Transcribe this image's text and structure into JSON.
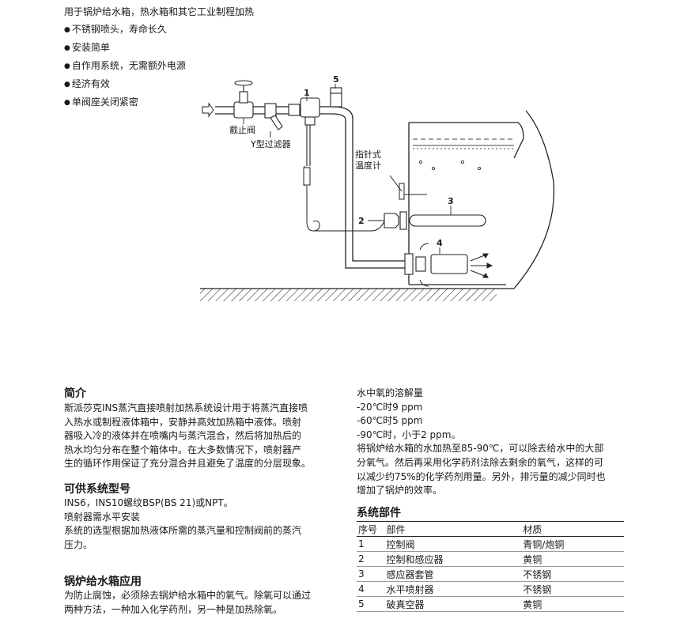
{
  "intro": {
    "line": "用于锅炉给水箱，热水箱和其它工业制程加热",
    "bullets": [
      "不锈钢喷头，寿命长久",
      "安装简单",
      "自作用系统，无需额外电源",
      "经济有效",
      "单阀座关闭紧密"
    ]
  },
  "diagram": {
    "label_valve": "截止阀",
    "label_strainer": "Y型过滤器",
    "label_thermometer_l1": "指针式",
    "label_thermometer_l2": "温度计",
    "n1": "1",
    "n2": "2",
    "n3": "3",
    "n4": "4",
    "n5": "5"
  },
  "overview": {
    "heading": "简介",
    "lines": [
      "斯派莎克INS蒸汽直接喷射加热系统设计用于将蒸汽直接喷",
      "入热水或制程液体箱中，安静并高效加热箱中液体。喷射",
      "器吸入冷的液体并在喷嘴内与蒸汽混合，然后将加热后的",
      "热水均匀分布在整个箱体中。在大多数情况下，喷射器产",
      "生的循环作用保证了充分混合并且避免了温度的分层现象。"
    ]
  },
  "models": {
    "heading": "可供系统型号",
    "lines": [
      "INS6，INS10螺纹BSP(BS 21)或NPT。",
      "喷射器需水平安装",
      "系统的选型根据加热液体所需的蒸汽量和控制阀前的蒸汽",
      "压力。"
    ]
  },
  "boiler": {
    "heading": "锅炉给水箱应用",
    "lines": [
      "为防止腐蚀，必须除去锅炉给水箱中的氧气。除氧可以通过",
      "两种方法，一种加入化学药剂，另一种是加热除氧。"
    ]
  },
  "oxygen": {
    "lines": [
      "水中氧的溶解量",
      "-20℃时9 ppm",
      "-60℃时5 ppm",
      "-90℃时，小于2 ppm。",
      "将锅炉给水箱的水加热至85-90℃，可以除去给水中的大部",
      "分氧气。然后再采用化学药剂法除去剩余的氧气，这样的可",
      "以减少约75%的化学药剂用量。另外，排污量的减少同时也",
      "增加了锅炉的效率。"
    ]
  },
  "components": {
    "heading": "系统部件",
    "headers": [
      "序号",
      "部件",
      "材质"
    ],
    "rows": [
      [
        "1",
        "控制阀",
        "青铜/炮铜"
      ],
      [
        "2",
        "控制和感应器",
        "黄铜"
      ],
      [
        "3",
        "感应器套管",
        "不锈钢"
      ],
      [
        "4",
        "水平喷射器",
        "不锈钢"
      ],
      [
        "5",
        "破真空器",
        "黄铜"
      ]
    ]
  }
}
